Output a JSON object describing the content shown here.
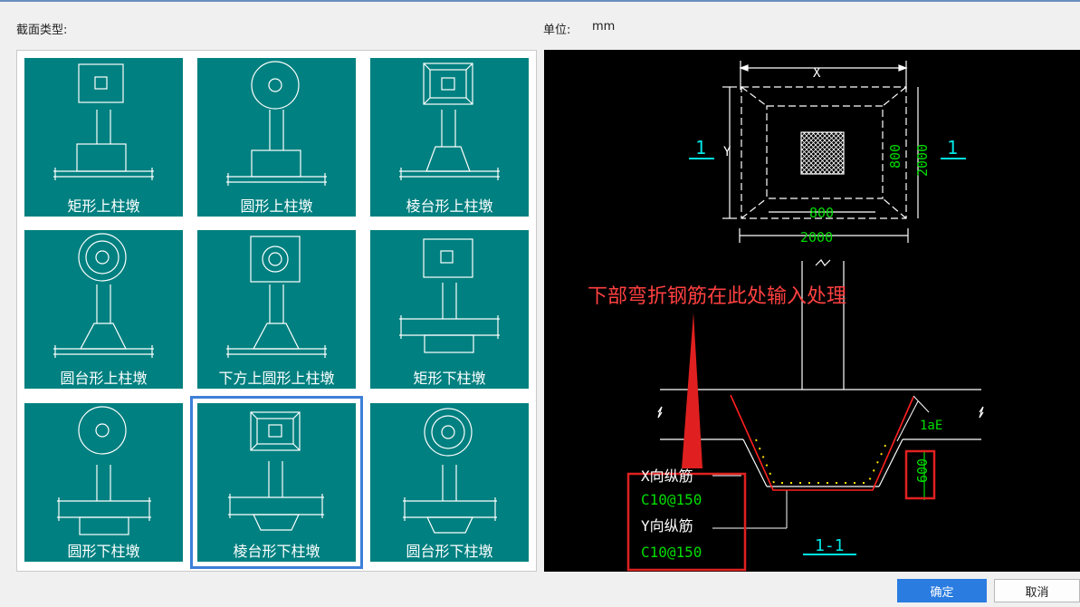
{
  "labels": {
    "section_type": "截面类型:",
    "unit_label": "单位:",
    "unit_value": "mm"
  },
  "section_types": [
    {
      "label": "矩形上柱墩",
      "icon": "rect-top-pier-icon"
    },
    {
      "label": "圆形上柱墩",
      "icon": "circle-top-pier-icon"
    },
    {
      "label": "棱台形上柱墩",
      "icon": "frustum-top-pier-icon"
    },
    {
      "label": "圆台形上柱墩",
      "icon": "round-frustum-top-pier-icon"
    },
    {
      "label": "下方上圆形上柱墩",
      "icon": "square-base-round-top-pier-icon"
    },
    {
      "label": "矩形下柱墩",
      "icon": "rect-bottom-pier-icon"
    },
    {
      "label": "圆形下柱墩",
      "icon": "circle-bottom-pier-icon"
    },
    {
      "label": "棱台形下柱墩",
      "icon": "frustum-bottom-pier-icon"
    },
    {
      "label": "圆台形下柱墩",
      "icon": "round-frustum-bottom-pier-icon"
    }
  ],
  "selected_index": 7,
  "preview": {
    "dim_x": "X",
    "dim_y": "Y",
    "dim_800_h": "800",
    "dim_2000_h": "2000",
    "dim_800_v": "800",
    "dim_2000_v": "2000",
    "section_mark_left": "1",
    "section_mark_right": "1",
    "annotation": "下部弯折钢筋在此处输入处理",
    "lae": "1aE",
    "dim_600": "600",
    "x_rebar_label": "X向纵筋",
    "x_rebar_value": "C10@150",
    "y_rebar_label": "Y向纵筋",
    "y_rebar_value": "C10@150",
    "section_title": "1-1",
    "colors": {
      "dimension": "#00dd00",
      "section_mark": "#00e5e5",
      "annotation": "#ff4040",
      "highlight": "#e02020"
    }
  },
  "buttons": {
    "ok": "确定",
    "cancel": "取消"
  }
}
